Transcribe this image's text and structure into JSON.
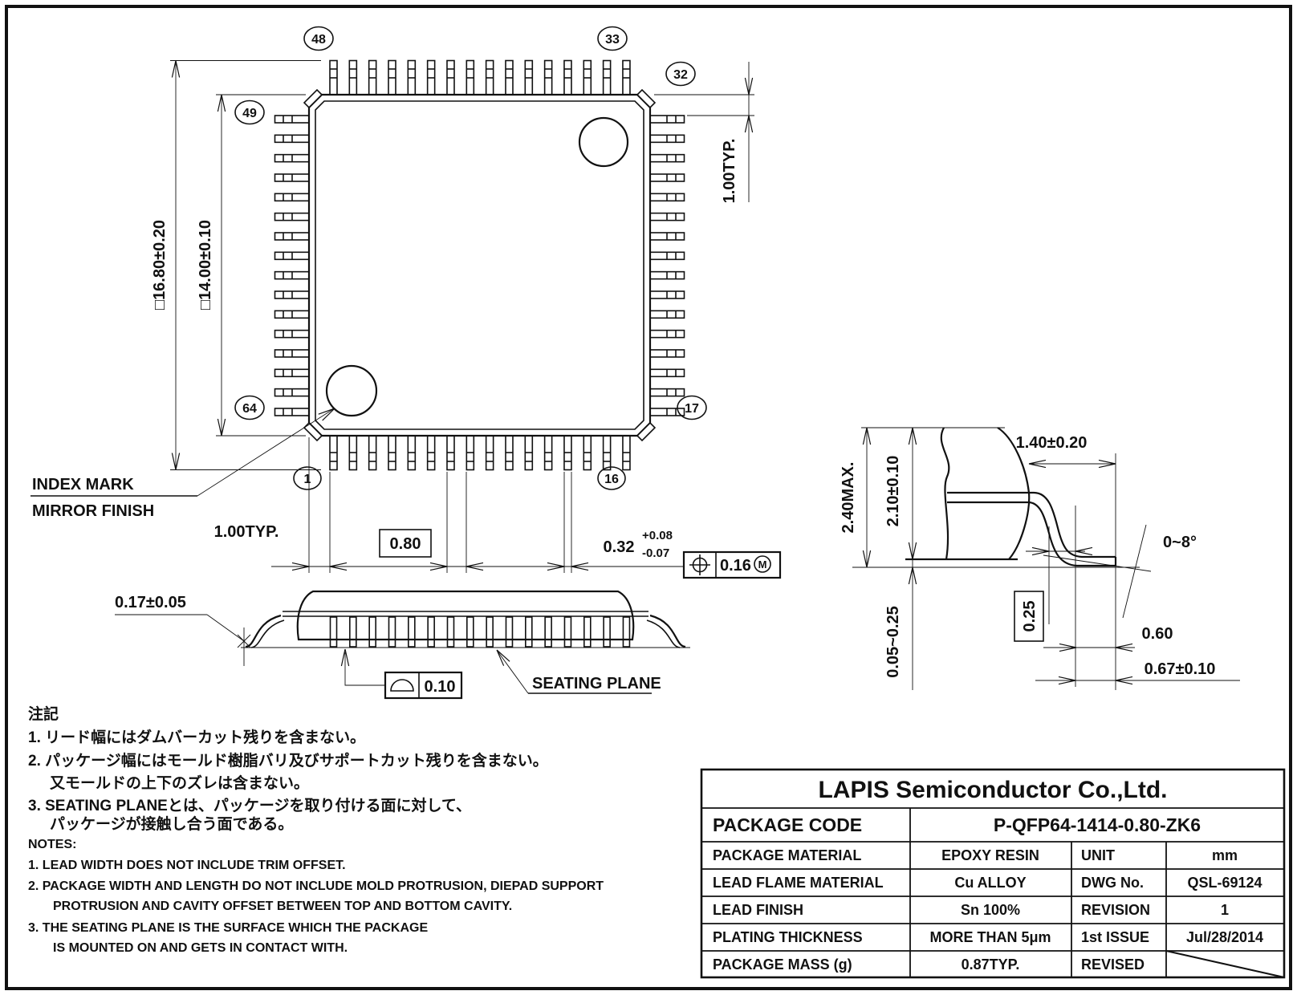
{
  "top_view": {
    "dim_outer": "□16.80±0.20",
    "dim_body": "□14.00±0.10",
    "dim_lead_right": "1.00TYP.",
    "dim_lead_bottom": "1.00TYP.",
    "dim_pitch": "0.80",
    "dim_lead_width": "0.32",
    "tol_plus": "+0.08",
    "tol_minus": "-0.07",
    "fcf_value": "0.16",
    "fcf_modifier": "M",
    "index_mark": "INDEX MARK",
    "mirror_finish": "MIRROR FINISH",
    "pins": {
      "p1": "1",
      "p16": "16",
      "p17": "17",
      "p32": "32",
      "p33": "33",
      "p48": "48",
      "p49": "49",
      "p64": "64"
    }
  },
  "side_view": {
    "lead_thickness": "0.17±0.05",
    "flatness": "0.10",
    "seating_plane": "SEATING PLANE"
  },
  "detail_view": {
    "max_height": "2.40MAX.",
    "body_height": "2.10±0.10",
    "lead_length": "1.40±0.20",
    "angle": "0~8°",
    "standoff": "0.05~0.25",
    "gauge": "0.25",
    "foot_flat": "0.60",
    "foot_length": "0.67±0.10"
  },
  "notes_jp": {
    "title": "注記",
    "lines": [
      "1. リード幅にはダムバーカット残りを含まない。",
      "2. パッケージ幅にはモールド樹脂バリ及びサポートカット残りを含まない。",
      "又モールドの上下のズレは含まない。",
      "3. SEATING PLANEとは、パッケージを取り付ける面に対して、",
      "パッケージが接触し合う面である。"
    ]
  },
  "notes_en": {
    "title": "NOTES:",
    "lines": [
      "1. LEAD WIDTH DOES NOT INCLUDE TRIM OFFSET.",
      "2. PACKAGE WIDTH AND LENGTH DO NOT INCLUDE MOLD PROTRUSION, DIEPAD SUPPORT",
      "PROTRUSION AND CAVITY OFFSET BETWEEN TOP AND BOTTOM CAVITY.",
      "3. THE SEATING PLANE IS THE SURFACE WHICH THE PACKAGE",
      "IS MOUNTED ON AND GETS IN CONTACT WITH."
    ]
  },
  "title_block": {
    "company": "LAPIS Semiconductor Co.,Ltd.",
    "package_code_label": "PACKAGE CODE",
    "package_code": "P-QFP64-1414-0.80-ZK6",
    "rows": [
      {
        "label": "PACKAGE MATERIAL",
        "value": "EPOXY RESIN",
        "label2": "UNIT",
        "value2": "mm"
      },
      {
        "label": "LEAD FLAME MATERIAL",
        "value": "Cu ALLOY",
        "label2": "DWG No.",
        "value2": "QSL-69124"
      },
      {
        "label": "LEAD FINISH",
        "value": "Sn 100%",
        "label2": "REVISION",
        "value2": "1"
      },
      {
        "label": "PLATING THICKNESS",
        "value": "MORE THAN 5μm",
        "label2": "1st ISSUE",
        "value2": "Jul/28/2014"
      },
      {
        "label": "PACKAGE MASS (g)",
        "value": "0.87TYP.",
        "label2": "REVISED",
        "value2": ""
      }
    ]
  }
}
